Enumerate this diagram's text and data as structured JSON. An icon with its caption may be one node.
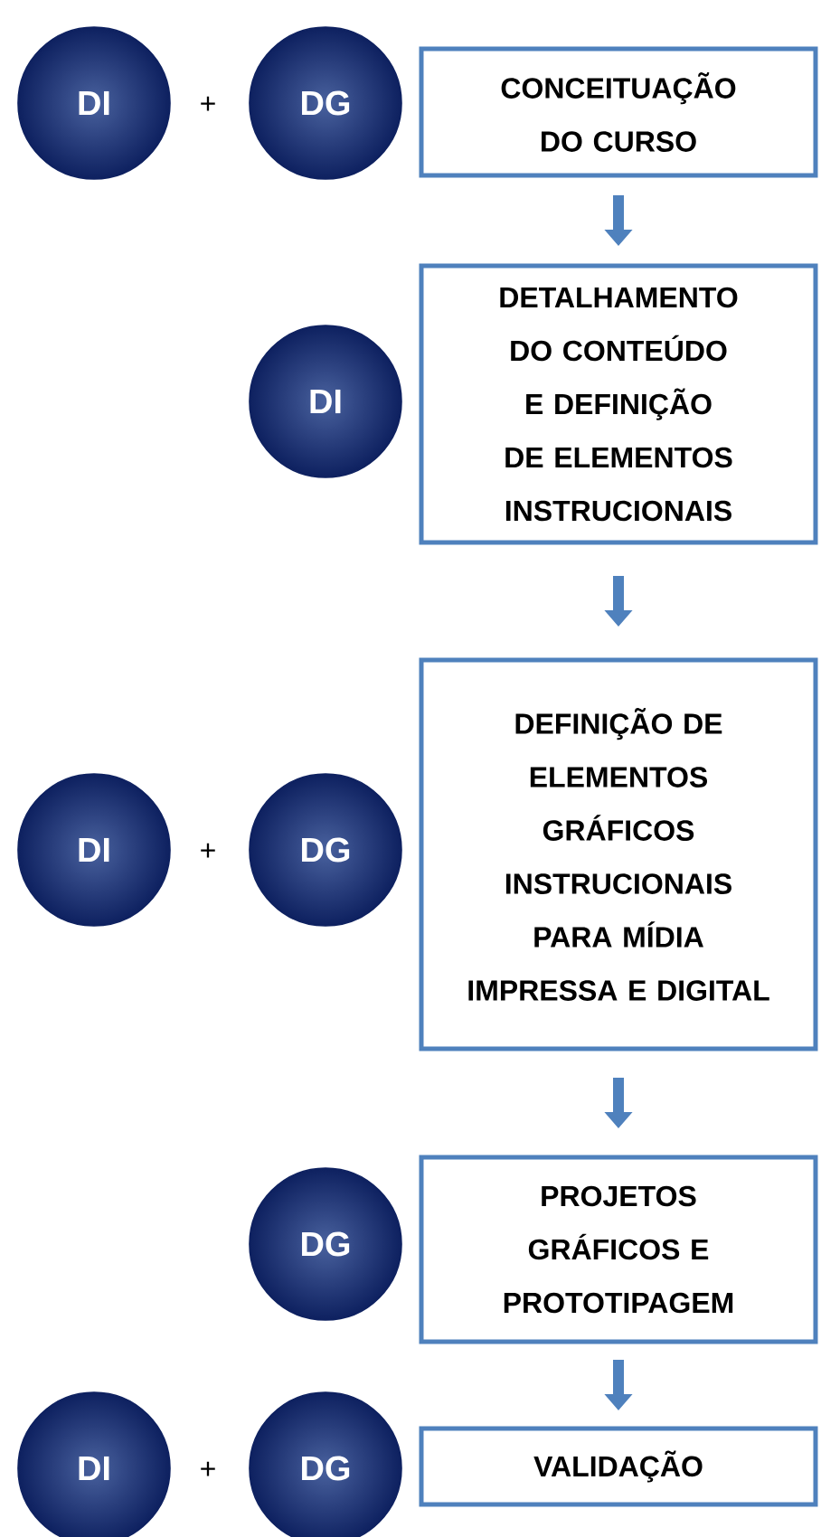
{
  "diagram": {
    "nodes": [
      {
        "text": [
          "DI"
        ]
      },
      {
        "text": [
          "DG"
        ]
      },
      {
        "text": [
          "CONCEITUAÇÃO DO CURSO"
        ]
      },
      {
        "text": [
          "DI"
        ]
      },
      {
        "text": [
          "DETALHAMENTO DO CONTEÚDO E DEFINIÇÃO DE ELEMENTOS INSTRUCIONAIS"
        ]
      },
      {
        "text": [
          "DI"
        ]
      },
      {
        "text": [
          "DG"
        ]
      },
      {
        "text": [
          "DEFINIÇÃO DE ELEMENTOS GRÁFICOS INSTRUCIONAIS PARA MÍDIA IMPRESSA E DIGITAL"
        ]
      },
      {
        "text": [
          "DG"
        ]
      },
      {
        "text": [
          "PROJETOS GRÁFICOS E PROTOTIPAGEM"
        ]
      },
      {
        "text": [
          "DI"
        ]
      },
      {
        "text": [
          "DG"
        ]
      },
      {
        "text": [
          "VALIDAÇÃO"
        ]
      }
    ],
    "edges": [
      {
        "from": 2,
        "to": 4,
        "arrow": "to"
      },
      {
        "from": 4,
        "to": 7,
        "arrow": "to"
      },
      {
        "from": 7,
        "to": 9,
        "arrow": "to"
      },
      {
        "from": 9,
        "to": 12,
        "arrow": "to"
      }
    ],
    "labels": [
      "+",
      "+",
      "+"
    ]
  }
}
